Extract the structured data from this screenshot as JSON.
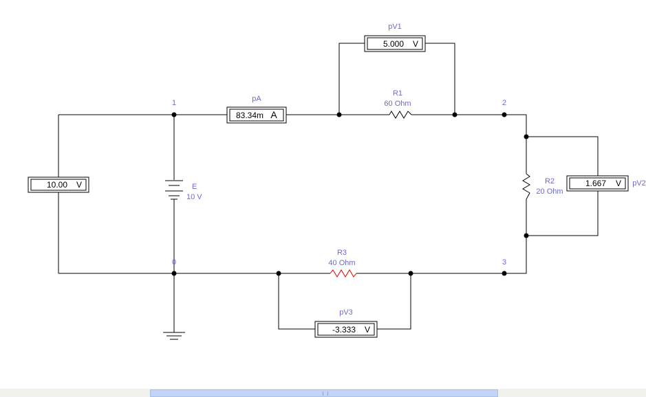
{
  "nodes": {
    "n1": "1",
    "n2": "2",
    "n3": "3",
    "n0": "0"
  },
  "battery": {
    "name": "E",
    "value": "10 V"
  },
  "resistors": {
    "r1": {
      "name": "R1",
      "value": "60  Ohm"
    },
    "r2": {
      "name": "R2",
      "value": "20  Ohm"
    },
    "r3": {
      "name": "R3",
      "value": "40  Ohm"
    }
  },
  "meters": {
    "pA": {
      "name": "pA",
      "reading": "83.34m",
      "unit": "A"
    },
    "pV1": {
      "name": "pV1",
      "reading": "5.000",
      "unit": "V"
    },
    "pV2": {
      "name": "pV2",
      "reading": "1.667",
      "unit": "V"
    },
    "pV3": {
      "name": "pV3",
      "reading": "-3.333",
      "unit": "V"
    },
    "src": {
      "name": "",
      "reading": "10.00",
      "unit": "V"
    }
  },
  "colors": {
    "wire": "#000000",
    "label": "#6b6bd0",
    "r3_highlight": "#e00000",
    "scroll_thumb": "#c3d3f5"
  }
}
